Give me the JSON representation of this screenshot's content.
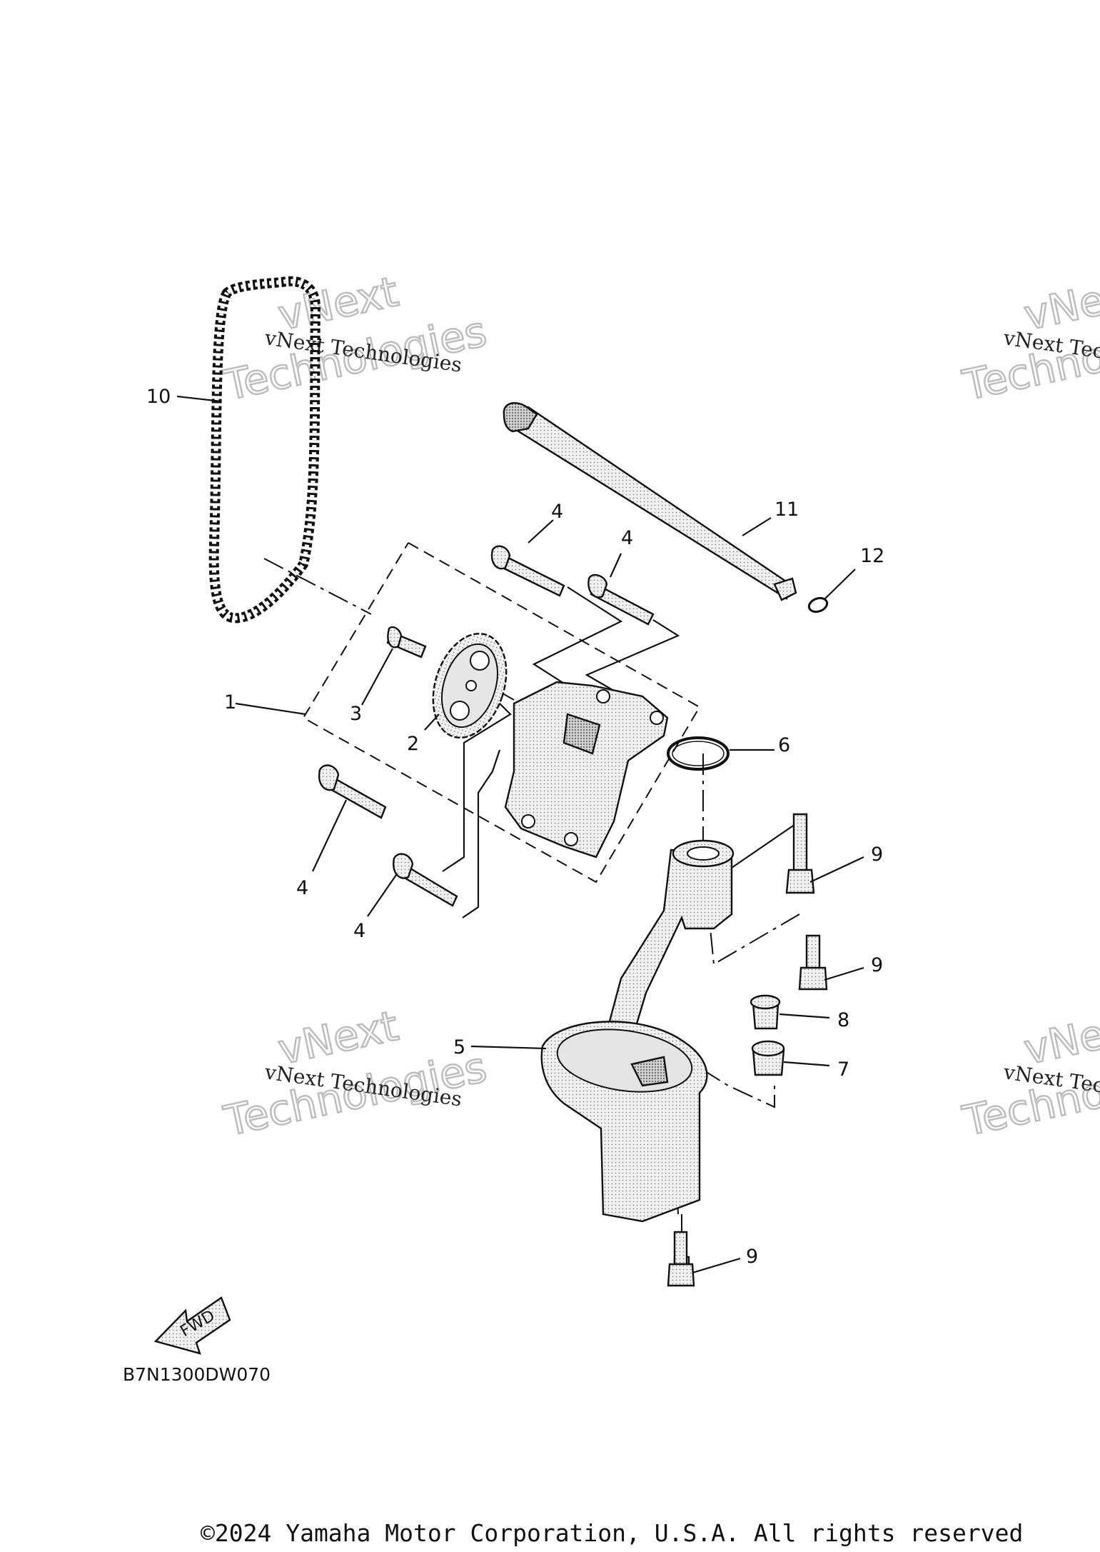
{
  "watermark": {
    "line": "vNext Technologies",
    "big_top": "vNext",
    "big_bottom": "Technologies"
  },
  "callouts": {
    "c1": "1",
    "c2": "2",
    "c3": "3",
    "c4a": "4",
    "c4b": "4",
    "c4c": "4",
    "c4d": "4",
    "c5": "5",
    "c6": "6",
    "c7": "7",
    "c8": "8",
    "c9a": "9",
    "c9b": "9",
    "c9c": "9",
    "c10": "10",
    "c11": "11",
    "c12": "12"
  },
  "fwd_label": "FWD",
  "diagram_code": "B7N1300DW070",
  "copyright": "©2024 Yamaha Motor Corporation, U.S.A. All rights reserved"
}
